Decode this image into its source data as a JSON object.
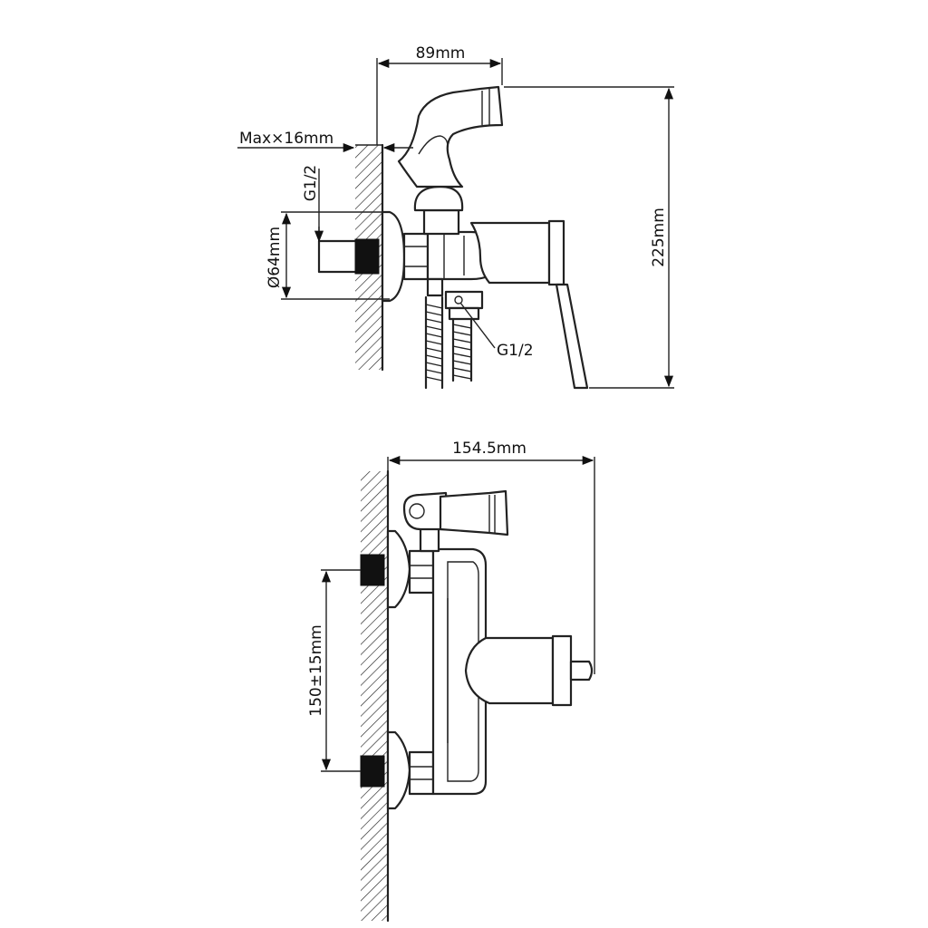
{
  "dimensions": {
    "width_89": "89mm",
    "height_225": "225mm",
    "max_wall": "Max×16mm",
    "thread_top_left": "G1/2",
    "flange_diameter": "Ø64mm",
    "thread_hose": "G1/2",
    "depth_154": "154.5mm",
    "spacing_150": "150±15mm"
  },
  "colors": {
    "line": "#222222",
    "background": "#ffffff",
    "fill_dark": "#111111"
  }
}
